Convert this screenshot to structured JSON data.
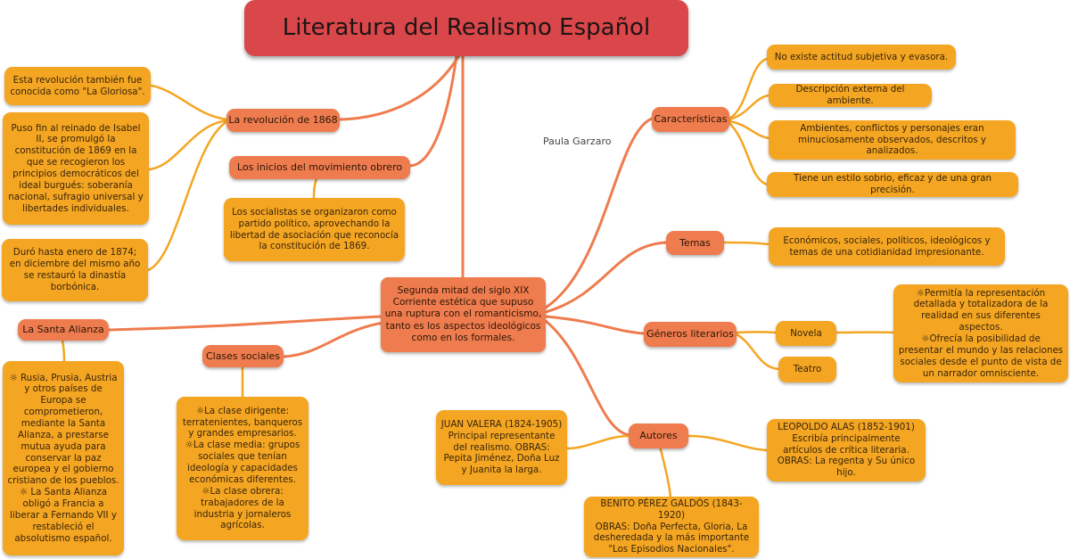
{
  "title": "Literatura del Realismo Español",
  "author_label": "Paula Garzaro",
  "center": "Segunda mitad del siglo XIX\nCorriente estética que supuso una ruptura con el romanticismo, tanto es los aspectos ideológicos como en los formales.",
  "revolucion": {
    "label": "La revolución de 1868",
    "leaves": [
      "Esta revolución también fue conocida como \"La Gloriosa\".",
      "Puso fin al reinado de Isabel II, se promulgó la constitución de 1869 en la que se recogieron los principios democráticos del ideal burgués: soberanía nacional, sufragio universal y libertades individuales.",
      "Duró hasta enero de 1874; en diciembre del mismo año se restauró la dinastía borbónica."
    ]
  },
  "movimiento": {
    "label": "Los inicios del movimiento obrero",
    "leaf": "Los socialistas se organizaron como partido político, aprovechando la libertad de asociación que reconocía la constitución de 1869."
  },
  "santa_alianza": {
    "label": "La Santa Alianza",
    "leaf": "☼ Rusia, Prusia, Austria y otros países de Europa se comprometieron, mediante la Santa Alianza, a prestarse mutua ayuda para conservar la paz europea y el gobierno cristiano de los pueblos.\n☼ La Santa Alianza obligó a Francia a liberar a Fernando VII y restableció el absolutismo español."
  },
  "clases": {
    "label": "Clases sociales",
    "leaf": "☼La clase dirigente: terratenientes, banqueros y grandes empresarios.\n☼La clase media: grupos sociales que tenían ideología y capacidades económicas diferentes.\n☼La clase obrera: trabajadores de la industria y jornaleros agrícolas."
  },
  "caracteristicas": {
    "label": "Características",
    "leaves": [
      "No existe actitud subjetiva y evasora.",
      "Descripción externa del ambiente.",
      "Ambientes, conflictos y personajes eran minuciosamente observados, descritos y analizados.",
      "Tiene un estilo sobrio, eficaz y de una gran precisión."
    ]
  },
  "temas": {
    "label": "Temas",
    "leaf": "Económicos, sociales, políticos, ideológicos y temas de una cotidianidad impresionante."
  },
  "generos": {
    "label": "Géneros literarios",
    "novela": "Novela",
    "teatro": "Teatro",
    "novela_leaf": "☼Permitía la representación detallada y totalizadora de la realidad en sus diferentes aspectos.\n☼Ofrecía la posibilidad de presentar el mundo y las relaciones sociales desde el punto de vista de un narrador omnisciente."
  },
  "autores": {
    "label": "Autores",
    "valera": "JUAN VALERA (1824-1905)\nPrincipal representante del realismo. OBRAS: Pepita Jiménez, Doña Luz y Juanita la larga.",
    "alas": "LEOPOLDO ALAS (1852-1901)\nEscribía principalmente artículos de crítica literaria. OBRAS: La regenta y Su único hijo.",
    "galdos": "BENITO PÉREZ GALDÓS (1843-1920)\nOBRAS: Doña Perfecta, Gloria, La desheredada y la más importante \"Los Episodios Nacionales\"."
  },
  "colors": {
    "title": "#d9474a",
    "branch": "#ef7c4e",
    "leaf": "#f4a623"
  }
}
